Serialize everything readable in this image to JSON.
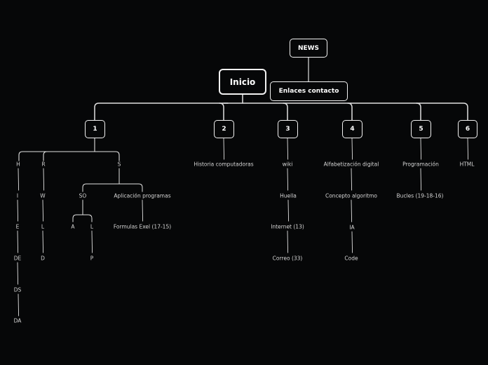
{
  "colors": {
    "background": "#060708",
    "line": "#e0e0e0",
    "text": "#d6d6d6"
  },
  "root": "Inicio",
  "news": "NEWS",
  "contact": "Enlaces contacto",
  "branches": [
    {
      "label": "1",
      "children": [
        {
          "label": "H",
          "children": [
            {
              "label": "I",
              "children": [
                {
                  "label": "E",
                  "children": [
                    {
                      "label": "DE",
                      "children": [
                        {
                          "label": "DS",
                          "children": [
                            {
                              "label": "DA"
                            }
                          ]
                        }
                      ]
                    }
                  ]
                }
              ]
            }
          ]
        },
        {
          "label": "R",
          "children": [
            {
              "label": "W",
              "children": [
                {
                  "label": "L",
                  "children": [
                    {
                      "label": "D"
                    }
                  ]
                }
              ]
            }
          ]
        },
        {
          "label": "S",
          "children": [
            {
              "label": "SO",
              "children": [
                {
                  "label": "A"
                },
                {
                  "label": "L",
                  "children": [
                    {
                      "label": "P"
                    }
                  ]
                }
              ]
            },
            {
              "label": "Aplicación programas",
              "children": [
                {
                  "label": "Formulas Exel (17-15)"
                }
              ]
            }
          ]
        }
      ]
    },
    {
      "label": "2",
      "children": [
        {
          "label": "Historia computadoras"
        }
      ]
    },
    {
      "label": "3",
      "children": [
        {
          "label": "wiki",
          "children": [
            {
              "label": "Huella",
              "children": [
                {
                  "label": "Internet (13)",
                  "children": [
                    {
                      "label": "Correo (33)"
                    }
                  ]
                }
              ]
            }
          ]
        }
      ]
    },
    {
      "label": "4",
      "children": [
        {
          "label": "Alfabetización digital",
          "children": [
            {
              "label": "Concepto algoritmo",
              "children": [
                {
                  "label": "IA",
                  "children": [
                    {
                      "label": "Code"
                    }
                  ]
                }
              ]
            }
          ]
        }
      ]
    },
    {
      "label": "5",
      "children": [
        {
          "label": "Programación",
          "children": [
            {
              "label": "Bucles (19-18-16)"
            }
          ]
        }
      ]
    },
    {
      "label": "6",
      "children": [
        {
          "label": "HTML"
        }
      ]
    }
  ]
}
